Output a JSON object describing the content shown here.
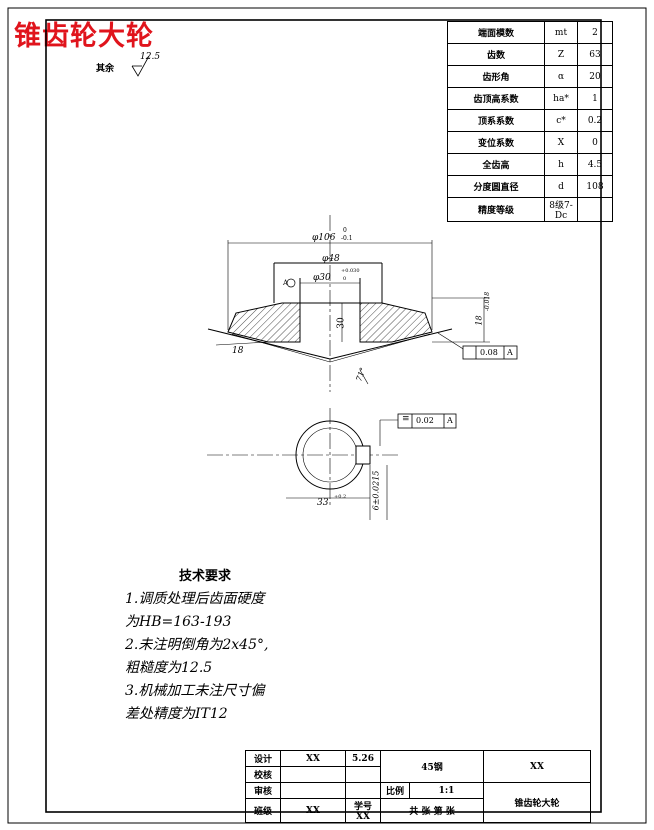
{
  "title": "锥齿轮大轮",
  "surface_roughness": {
    "label": "其余",
    "value": "12.5"
  },
  "parameters": {
    "rows": [
      {
        "name": "端面模数",
        "symbol": "mt",
        "value": "2"
      },
      {
        "name": "齿数",
        "symbol": "Z",
        "value": "63"
      },
      {
        "name": "齿形角",
        "symbol": "α",
        "value": "20"
      },
      {
        "name": "齿顶高系数",
        "symbol": "ha*",
        "value": "1"
      },
      {
        "name": "顶系系数",
        "symbol": "c*",
        "value": "0.2"
      },
      {
        "name": "变位系数",
        "symbol": "X",
        "value": "0"
      },
      {
        "name": "全齿高",
        "symbol": "h",
        "value": "4.5"
      },
      {
        "name": "分度圆直径",
        "symbol": "d",
        "value": "108"
      },
      {
        "name": "精度等级",
        "symbol": "8级7-Dc",
        "value": ""
      }
    ]
  },
  "dimensions": {
    "outer_dia": "φ106",
    "outer_tol_upper": "0",
    "outer_tol_lower": "-0.1",
    "hub_dia": "φ48",
    "bore_dia": "φ30",
    "bore_tol_upper": "+0.030",
    "bore_tol_lower": "0",
    "hub_length": "30",
    "tooth_width": "18",
    "height": "18",
    "height_tol": "-0.018",
    "angle": "71°",
    "keyway_depth": "33",
    "keyway_tol": "+0.2",
    "key_width": "6±0.0215",
    "runout_tol": "0.08",
    "runout_datum": "A",
    "sym_tol": "0.02",
    "sym_datum": "A",
    "datum": "A"
  },
  "notes": {
    "heading": "技术要求",
    "lines": [
      "1.调质处理后齿面硬度",
      "为HB=163-193",
      "2.未注明倒角为2x45°,",
      "粗糙度为12.5",
      "3.机械加工未注尺寸偏",
      "差处精度为IT12"
    ]
  },
  "title_block": {
    "design_label": "设计",
    "design_name": "XX",
    "design_date": "5.26",
    "check_label": "校核",
    "review_label": "审核",
    "class_label": "班级",
    "class_value": "XX",
    "id_label": "学号",
    "id_value": "XX",
    "material": "45钢",
    "school": "XX",
    "scale_label": "比例",
    "scale_value": "1:1",
    "sheets": "共 张 第 张",
    "part_name": "锥齿轮大轮"
  }
}
